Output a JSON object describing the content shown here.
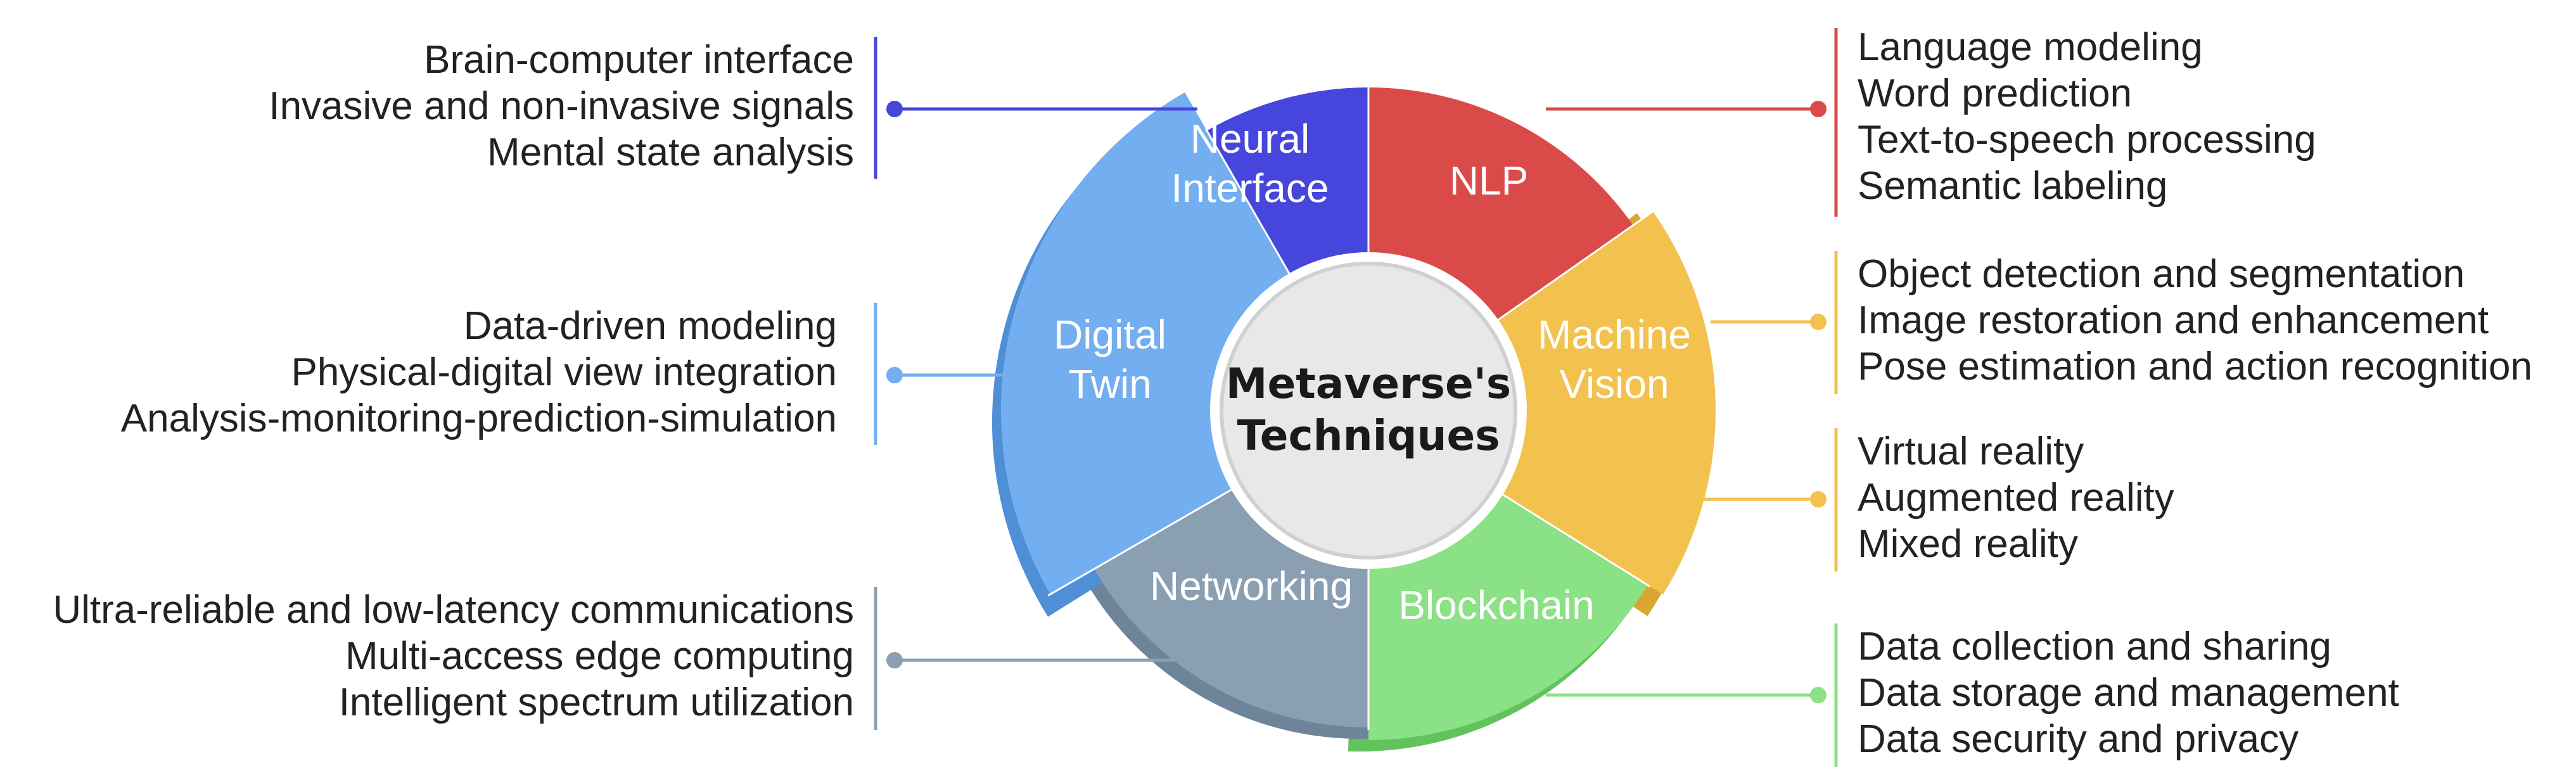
{
  "center": {
    "line1": "Metaverse's",
    "line2": "Techniques"
  },
  "segments": [
    {
      "id": "neural",
      "label_lines": [
        "Neural",
        "Interface"
      ],
      "color": "#4646DC",
      "shade": "#3434B0"
    },
    {
      "id": "nlp",
      "label_lines": [
        "NLP"
      ],
      "color": "#DA4A48",
      "shade": "#B83634"
    },
    {
      "id": "vision",
      "label_lines": [
        "Machine",
        "Vision"
      ],
      "color": "#F2C14E",
      "shade": "#D9A632"
    },
    {
      "id": "blockchain",
      "label_lines": [
        "Blockchain"
      ],
      "color": "#8BE185",
      "shade": "#62C25C"
    },
    {
      "id": "networking",
      "label_lines": [
        "Networking"
      ],
      "color": "#8A9FB2",
      "shade": "#6E8498"
    },
    {
      "id": "twin",
      "label_lines": [
        "Digital",
        "Twin"
      ],
      "color": "#72AEF0",
      "shade": "#4F8FD6"
    }
  ],
  "groups": {
    "neural": {
      "color": "#4646DC",
      "items": [
        "Brain-computer interface",
        "Invasive and non-invasive signals",
        "Mental state analysis"
      ]
    },
    "twin": {
      "color": "#72AEF0",
      "items": [
        "Data-driven modeling",
        "Physical-digital view integration",
        "Analysis-monitoring-prediction-simulation"
      ]
    },
    "networking": {
      "color": "#8A9FB2",
      "items": [
        "Ultra-reliable and low-latency communications",
        "Multi-access edge computing",
        "Intelligent spectrum utilization"
      ]
    },
    "nlp": {
      "color": "#DA4A48",
      "items": [
        "Language modeling",
        "Word prediction",
        "Text-to-speech processing",
        "Semantic labeling"
      ]
    },
    "vision": {
      "color": "#F2C14E",
      "items": [
        "Object detection and segmentation",
        "Image restoration and enhancement",
        "Pose estimation and action recognition"
      ]
    },
    "vision_reality": {
      "color": "#F2C14E",
      "items": [
        "Virtual reality",
        "Augmented reality",
        "Mixed reality"
      ]
    },
    "blockchain": {
      "color": "#8BE185",
      "items": [
        "Data collection and sharing",
        "Data storage and management",
        "Data security and privacy"
      ]
    }
  }
}
